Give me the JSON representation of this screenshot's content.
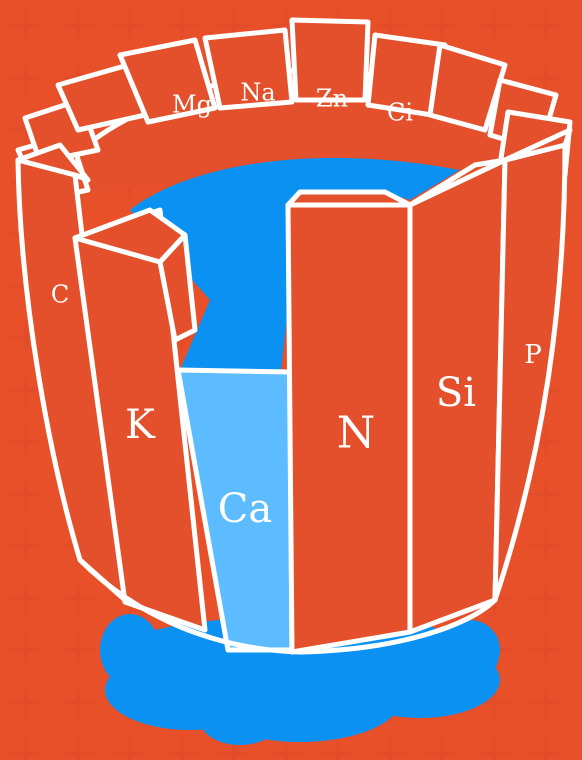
{
  "colors": {
    "background": "#e8502a",
    "stave_fill": "#e4502b",
    "stave_outline": "#ffffff",
    "water": "#0a91f2",
    "water_light": "#5cbcff"
  },
  "diagram": {
    "concept": "barrel",
    "staves": {
      "c": "C",
      "k": "K",
      "ca": "Ca",
      "n": "N",
      "si": "Si",
      "p": "P",
      "mg": "Mg",
      "na": "Na",
      "zn": "Zn",
      "ci": "Ci"
    }
  }
}
